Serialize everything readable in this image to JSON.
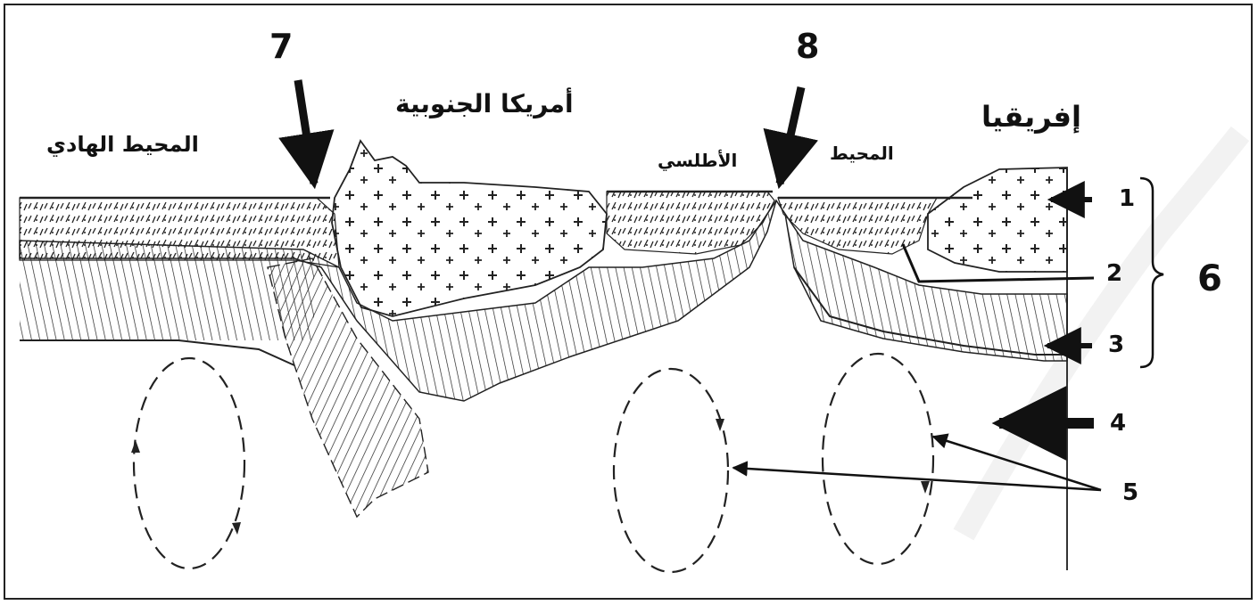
{
  "labels": {
    "pacific": "المحيط الهادي",
    "south_america": "أمريكا الجنوبية",
    "atlantic": "الأطلسي",
    "ocean": "المحيط",
    "africa": "إفريقيا"
  },
  "markers": {
    "n1": "1",
    "n2": "2",
    "n3": "3",
    "n4": "4",
    "n5": "5",
    "n6": "6",
    "n7": "7",
    "n8": "8"
  },
  "colors": {
    "ink": "#111111",
    "paper": "#ffffff",
    "watermark": "#e6e6e6"
  }
}
